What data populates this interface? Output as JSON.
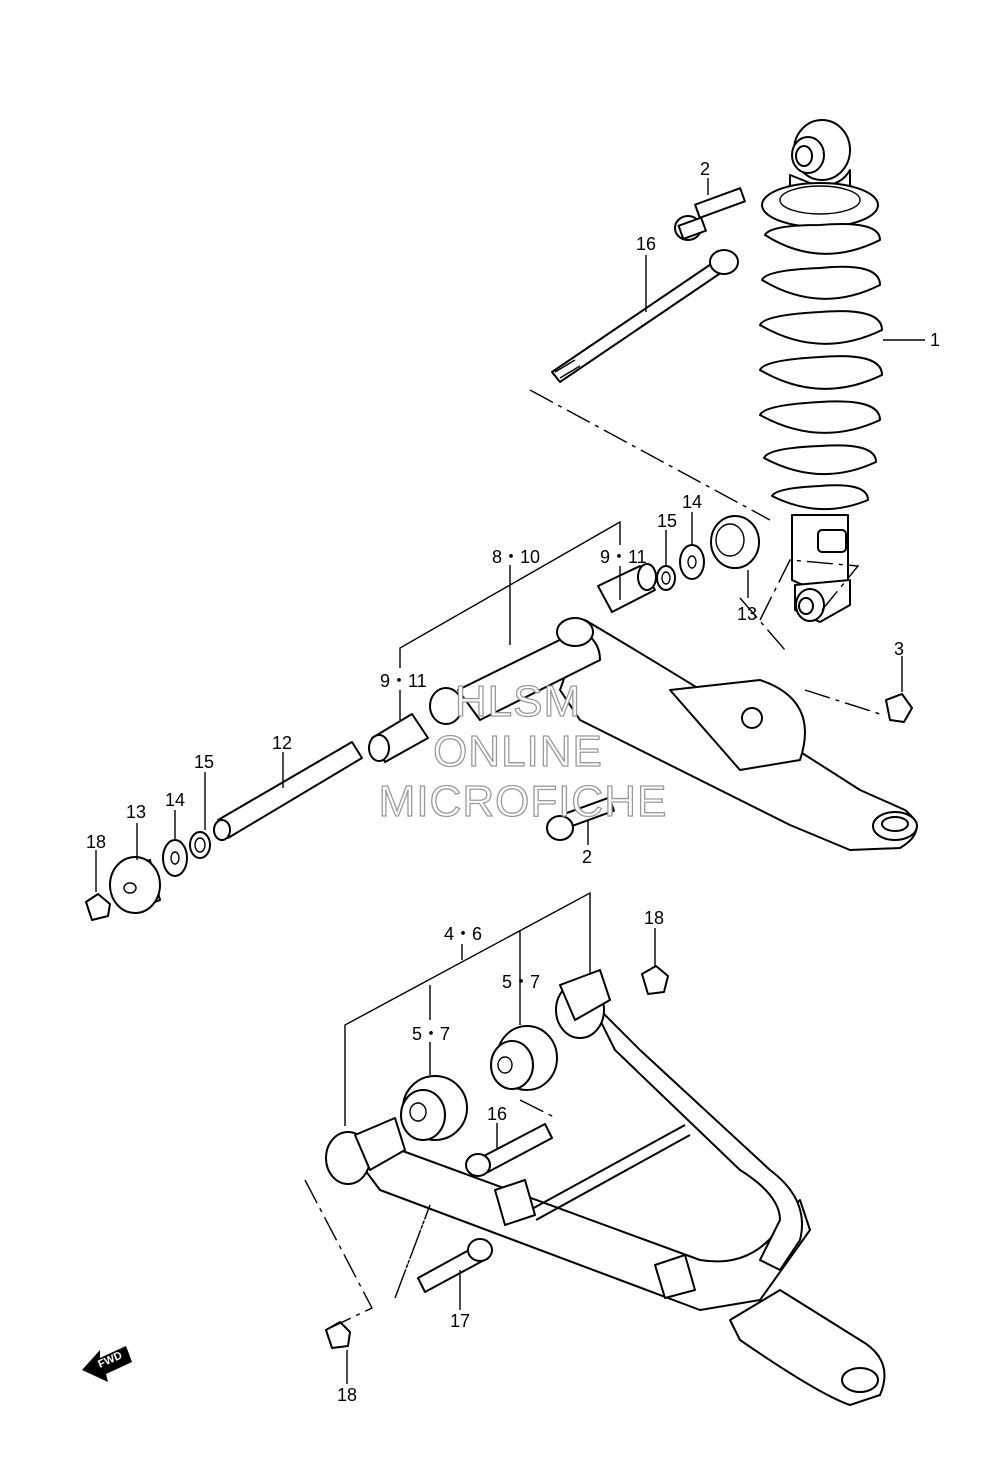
{
  "diagram": {
    "callouts": {
      "c1": "1",
      "c2a": "2",
      "c2b": "2",
      "c3": "3",
      "c4_6": "4・6",
      "c5_7a": "5・7",
      "c5_7b": "5・7",
      "c8_10": "8・10",
      "c9_11a": "9・11",
      "c9_11b": "9・11",
      "c12": "12",
      "c13a": "13",
      "c13b": "13",
      "c14a": "14",
      "c14b": "14",
      "c15a": "15",
      "c15b": "15",
      "c16a": "16",
      "c16b": "16",
      "c17": "17",
      "c18a": "18",
      "c18b": "18",
      "c18c": "18"
    },
    "watermark": {
      "line1": "HLSM",
      "line2": "ONLINE",
      "line3": "MICROFICHE"
    },
    "fwd_label": "FWD"
  }
}
